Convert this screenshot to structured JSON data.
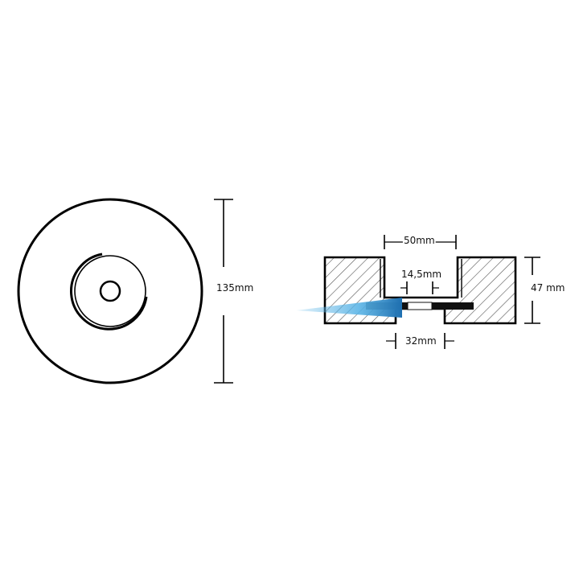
{
  "dimensions": {
    "diameter": "135mm",
    "height": "47 mm",
    "top_bore": "50mm",
    "bolt_hole": "14,5mm",
    "bottom_recess": "32mm"
  },
  "colors": {
    "line": "#000000",
    "background": "#ffffff",
    "hatch": "#555555",
    "highlight": "#5ab4e6"
  }
}
